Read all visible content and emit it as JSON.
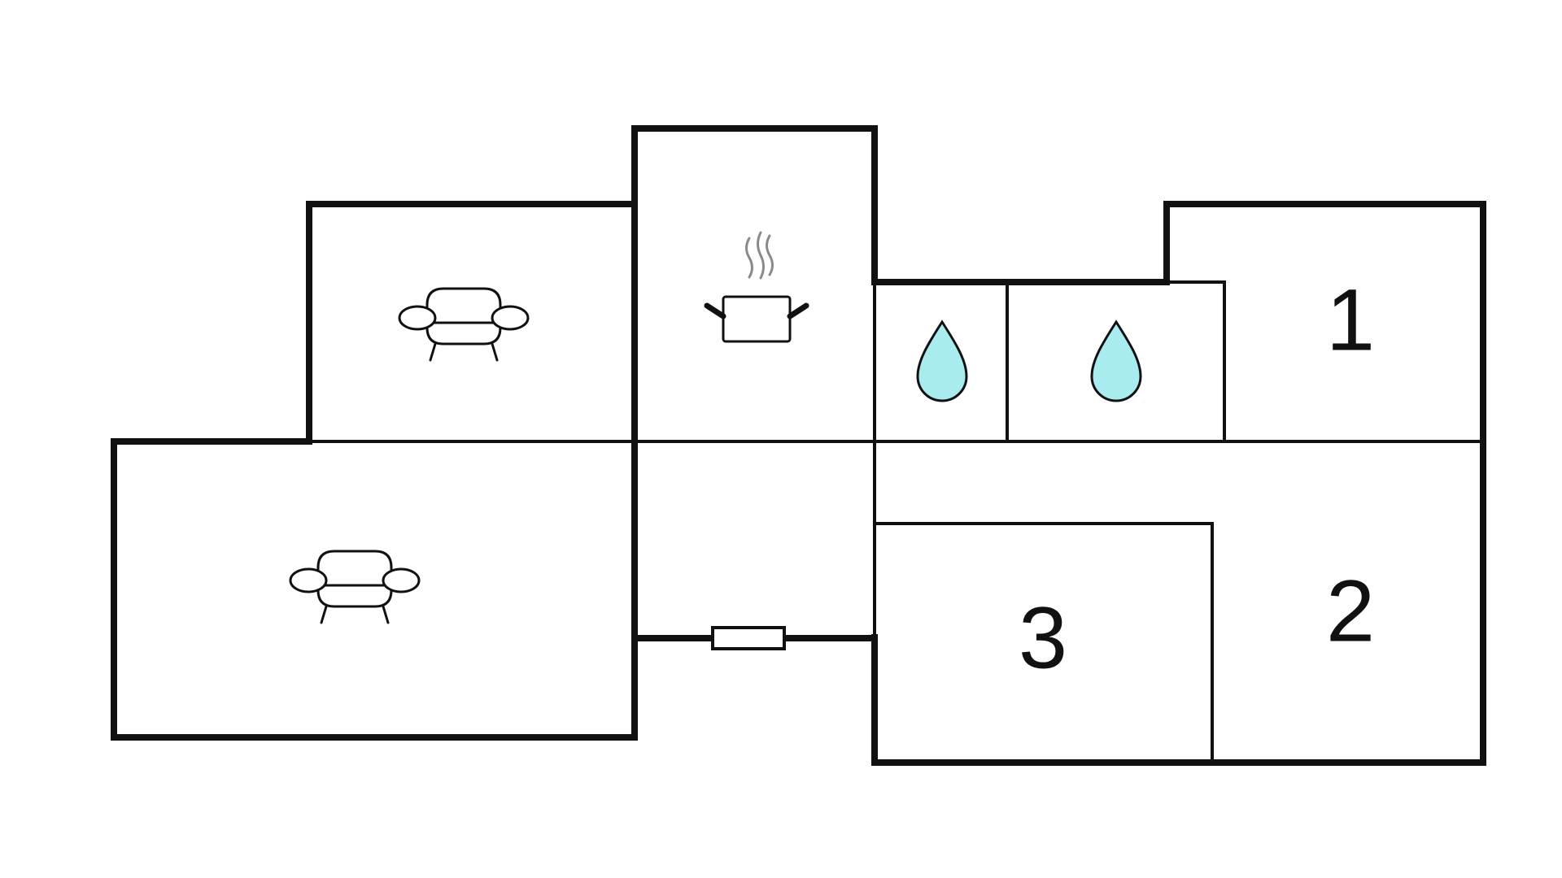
{
  "floor_plan": {
    "rooms": [
      {
        "id": "bedroom-1",
        "label": "1"
      },
      {
        "id": "bedroom-2",
        "label": "2"
      },
      {
        "id": "bedroom-3",
        "label": "3"
      }
    ],
    "icons": [
      {
        "id": "sofa-upper",
        "icon": "sofa-icon"
      },
      {
        "id": "sofa-lower",
        "icon": "sofa-icon"
      },
      {
        "id": "kitchen",
        "icon": "cooking-pot-icon"
      },
      {
        "id": "bathroom-1",
        "icon": "water-drop-icon"
      },
      {
        "id": "bathroom-2",
        "icon": "water-drop-icon"
      },
      {
        "id": "entrance",
        "icon": "door-icon"
      }
    ],
    "colors": {
      "wall": "#111111",
      "water": "#a8ecf0",
      "steam": "#8a8a8a",
      "background": "#ffffff"
    }
  }
}
